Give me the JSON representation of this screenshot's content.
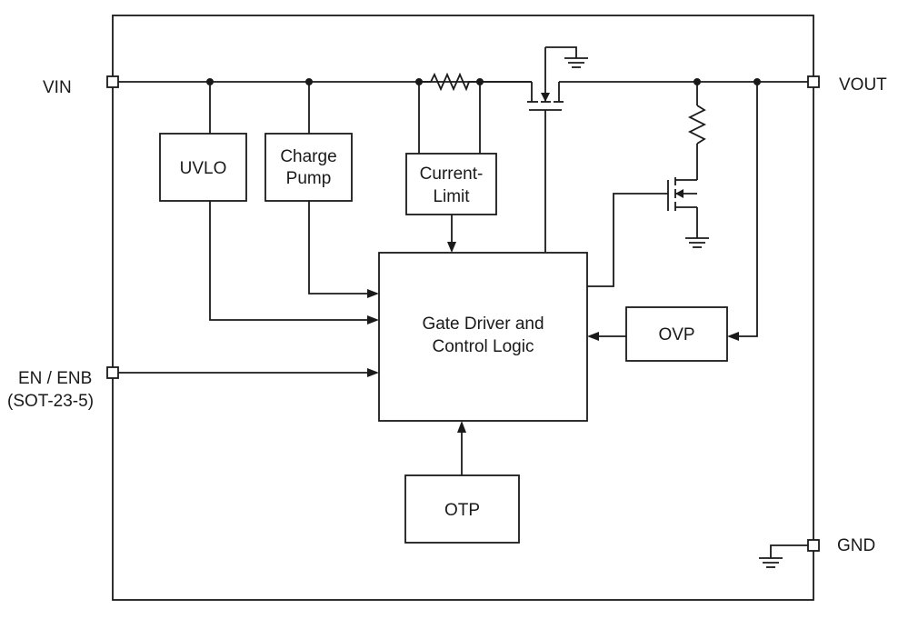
{
  "pins": {
    "vin": "VIN",
    "vout": "VOUT",
    "en": "EN / ENB",
    "en_pkg": "(SOT-23-5)",
    "gnd": "GND"
  },
  "blocks": {
    "uvlo": "UVLO",
    "charge_pump": [
      "Charge",
      "Pump"
    ],
    "current_limit": [
      "Current-",
      "Limit"
    ],
    "gate_driver": [
      "Gate Driver and",
      "Control Logic"
    ],
    "ovp": "OVP",
    "otp": "OTP"
  }
}
